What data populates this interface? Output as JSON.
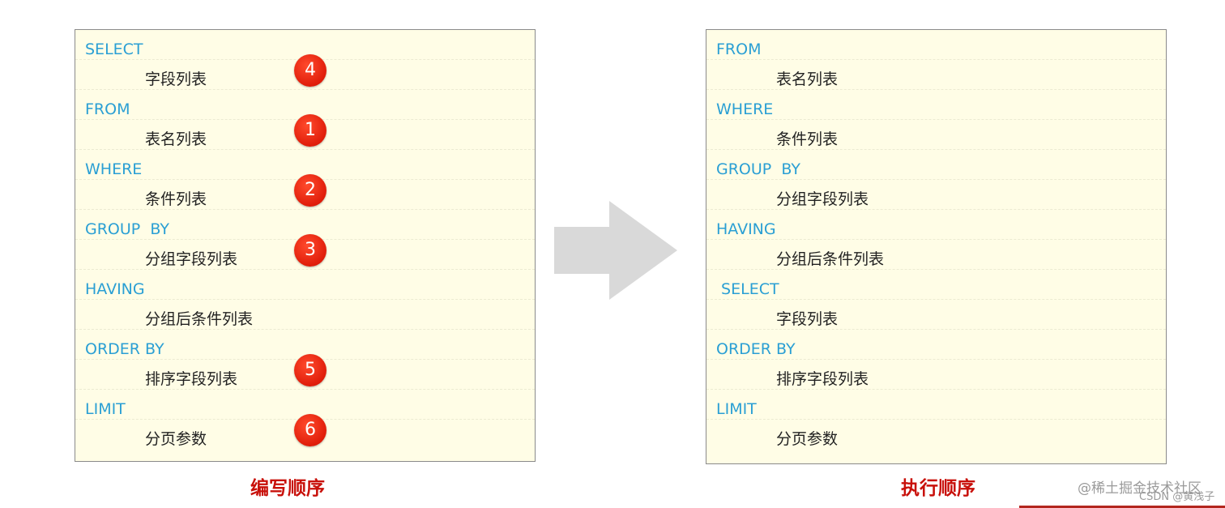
{
  "writing_order": {
    "caption": "编写顺序",
    "rows": [
      {
        "keyword": "SELECT"
      },
      {
        "arg": "字段列表",
        "badge": "4"
      },
      {
        "keyword": "FROM"
      },
      {
        "arg": "表名列表",
        "badge": "1"
      },
      {
        "keyword": "WHERE"
      },
      {
        "arg": "条件列表",
        "badge": "2"
      },
      {
        "keyword": "GROUP  BY"
      },
      {
        "arg": "分组字段列表",
        "badge": "3"
      },
      {
        "keyword": "HAVING"
      },
      {
        "arg": "分组后条件列表"
      },
      {
        "keyword": "ORDER BY"
      },
      {
        "arg": "排序字段列表",
        "badge": "5"
      },
      {
        "keyword": "LIMIT"
      },
      {
        "arg": "分页参数",
        "badge": "6"
      }
    ]
  },
  "execution_order": {
    "caption": "执行顺序",
    "rows": [
      {
        "keyword": "FROM"
      },
      {
        "arg": "表名列表"
      },
      {
        "keyword": "WHERE"
      },
      {
        "arg": "条件列表"
      },
      {
        "keyword": "GROUP  BY"
      },
      {
        "arg": "分组字段列表"
      },
      {
        "keyword": "HAVING"
      },
      {
        "arg": "分组后条件列表"
      },
      {
        "keyword": " SELECT"
      },
      {
        "arg": "字段列表"
      },
      {
        "keyword": "ORDER BY"
      },
      {
        "arg": "排序字段列表"
      },
      {
        "keyword": "LIMIT"
      },
      {
        "arg": "分页参数"
      }
    ]
  },
  "arrow_icon": "right-arrow-icon",
  "colors": {
    "panel_bg": "#fffde6",
    "keyword": "#2a9fd4",
    "badge": "#e01d0a",
    "caption": "#c8100a",
    "arrow": "#d9d9d9"
  },
  "watermark": {
    "line1": "@稀土掘金技术社区",
    "line2": "CSDN @黄浅子"
  }
}
